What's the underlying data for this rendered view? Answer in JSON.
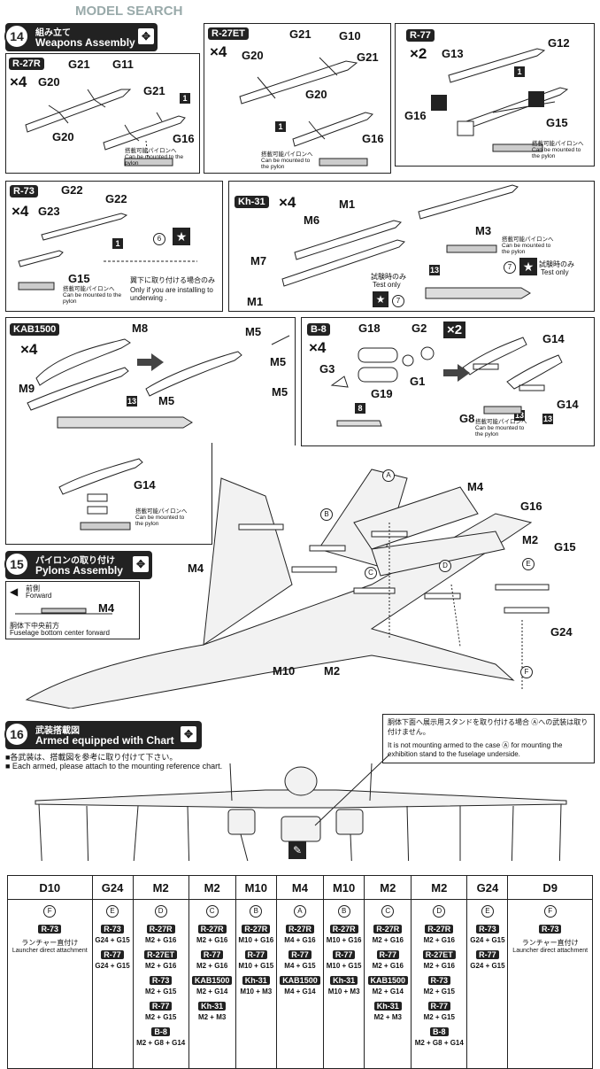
{
  "watermark": "MODEL SEARCH",
  "step14": {
    "number": "14",
    "title_jp": "組み立て",
    "title_en": "Weapons Assembly"
  },
  "step15": {
    "number": "15",
    "title_jp": "パイロンの取り付け",
    "title_en": "Pylons Assembly",
    "forward_jp": "前側",
    "forward_en": "Forward",
    "fuselage_jp": "胴体下中央前方",
    "fuselage_en": "Fuselage bottom center forward"
  },
  "step16": {
    "number": "16",
    "title_jp": "武装搭載図",
    "title_en": "Armed equipped with Chart",
    "note_jp": "■各武装は、搭載図を参考に取り付けて下さい。",
    "note_en": "■ Each armed, please attach to the mounting reference chart.",
    "box_jp": "胴体下面へ展示用スタンドを取り付ける場合 Ⓐへの武装は取り付けません。",
    "box_en": "It is not mounting armed to the case Ⓐ for mounting the exhibition stand to the fuselage underside."
  },
  "mount_text": {
    "jp": "搭載可能パイロンへ",
    "en": "Can be mounted to the pylon"
  },
  "r73_note": {
    "jp": "翼下に取り付ける場合のみ",
    "en": "Only if you are installing to underwing ."
  },
  "test_only": {
    "jp": "試験時のみ",
    "en": "Test only"
  },
  "panels": {
    "r27r": {
      "tag": "R-27R",
      "qty": "×4",
      "parts": [
        "G21",
        "G11",
        "G20",
        "G21",
        "G20",
        "G16"
      ],
      "num": "1"
    },
    "r27et": {
      "tag": "R-27ET",
      "qty": "×4",
      "parts": [
        "G21",
        "G10",
        "G20",
        "G21",
        "G20",
        "G16"
      ],
      "num": "1"
    },
    "r77": {
      "tag": "R-77",
      "qty": "×2",
      "parts": [
        "G12",
        "G13",
        "G16",
        "G15"
      ],
      "num": "1"
    },
    "r73": {
      "tag": "R-73",
      "qty": "×4",
      "parts": [
        "G22",
        "G22",
        "G23",
        "G15"
      ],
      "num": "1",
      "circ": "6"
    },
    "kh31": {
      "tag": "Kh-31",
      "qty": "×4",
      "parts": [
        "M1",
        "M6",
        "M7",
        "M1",
        "M3"
      ],
      "num": "13",
      "circ": "7"
    },
    "kab1500": {
      "tag": "KAB1500",
      "qty": "×4",
      "parts": [
        "M8",
        "M9",
        "M5",
        "M5",
        "M5",
        "M5",
        "G14"
      ],
      "num": "13"
    },
    "b8": {
      "tag": "B-8",
      "qty": "×4",
      "qty2": "×2",
      "parts": [
        "G18",
        "G2",
        "G3",
        "G19",
        "G1",
        "G14",
        "G14",
        "G8"
      ],
      "num": "8",
      "num2": "13"
    }
  },
  "pylon_labels": [
    "A",
    "B",
    "C",
    "D",
    "E",
    "F"
  ],
  "pylon_parts": [
    "M4",
    "G16",
    "M2",
    "G15",
    "G24",
    "M4",
    "M10",
    "M2"
  ],
  "chart_columns": [
    {
      "pylon": "D10",
      "pos": "F",
      "entries": [
        {
          "n": "R-73",
          "p": ""
        }
      ],
      "extra_jp": "ランチャー直付け",
      "extra_en": "Launcher direct attachment"
    },
    {
      "pylon": "G24",
      "pos": "E",
      "entries": [
        {
          "n": "R-73",
          "p": "G24 + G15"
        },
        {
          "n": "R-77",
          "p": "G24 + G15"
        }
      ]
    },
    {
      "pylon": "M2",
      "pos": "D",
      "entries": [
        {
          "n": "R-27R",
          "p": "M2 + G16"
        },
        {
          "n": "R-27ET",
          "p": "M2 + G16"
        },
        {
          "n": "R-73",
          "p": "M2 + G15"
        },
        {
          "n": "R-77",
          "p": "M2 + G15"
        },
        {
          "n": "B-8",
          "p": "M2 + G8 + G14"
        }
      ]
    },
    {
      "pylon": "M2",
      "pos": "C",
      "entries": [
        {
          "n": "R-27R",
          "p": "M2 + G16"
        },
        {
          "n": "R-77",
          "p": "M2 + G16"
        },
        {
          "n": "KAB1500",
          "p": "M2 + G14"
        },
        {
          "n": "Kh-31",
          "p": "M2 + M3"
        }
      ]
    },
    {
      "pylon": "M10",
      "pos": "B",
      "entries": [
        {
          "n": "R-27R",
          "p": "M10 + G16"
        },
        {
          "n": "R-77",
          "p": "M10 + G15"
        },
        {
          "n": "Kh-31",
          "p": "M10 + M3"
        }
      ]
    },
    {
      "pylon": "M4",
      "pos": "A",
      "entries": [
        {
          "n": "R-27R",
          "p": "M4 + G16"
        },
        {
          "n": "R-77",
          "p": "M4 + G15"
        },
        {
          "n": "KAB1500",
          "p": "M4 + G14"
        }
      ]
    },
    {
      "pylon": "M10",
      "pos": "B",
      "entries": [
        {
          "n": "R-27R",
          "p": "M10 + G16"
        },
        {
          "n": "R-77",
          "p": "M10 + G15"
        },
        {
          "n": "Kh-31",
          "p": "M10 + M3"
        }
      ]
    },
    {
      "pylon": "M2",
      "pos": "C",
      "entries": [
        {
          "n": "R-27R",
          "p": "M2 + G16"
        },
        {
          "n": "R-77",
          "p": "M2 + G16"
        },
        {
          "n": "KAB1500",
          "p": "M2 + G14"
        },
        {
          "n": "Kh-31",
          "p": "M2 + M3"
        }
      ]
    },
    {
      "pylon": "M2",
      "pos": "D",
      "entries": [
        {
          "n": "R-27R",
          "p": "M2 + G16"
        },
        {
          "n": "R-27ET",
          "p": "M2 + G16"
        },
        {
          "n": "R-73",
          "p": "M2 + G15"
        },
        {
          "n": "R-77",
          "p": "M2 + G15"
        },
        {
          "n": "B-8",
          "p": "M2 + G8 + G14"
        }
      ]
    },
    {
      "pylon": "G24",
      "pos": "E",
      "entries": [
        {
          "n": "R-73",
          "p": "G24 + G15"
        },
        {
          "n": "R-77",
          "p": "G24 + G15"
        }
      ]
    },
    {
      "pylon": "D9",
      "pos": "F",
      "entries": [
        {
          "n": "R-73",
          "p": ""
        }
      ],
      "extra_jp": "ランチャー直付け",
      "extra_en": "Launcher direct attachment"
    }
  ]
}
